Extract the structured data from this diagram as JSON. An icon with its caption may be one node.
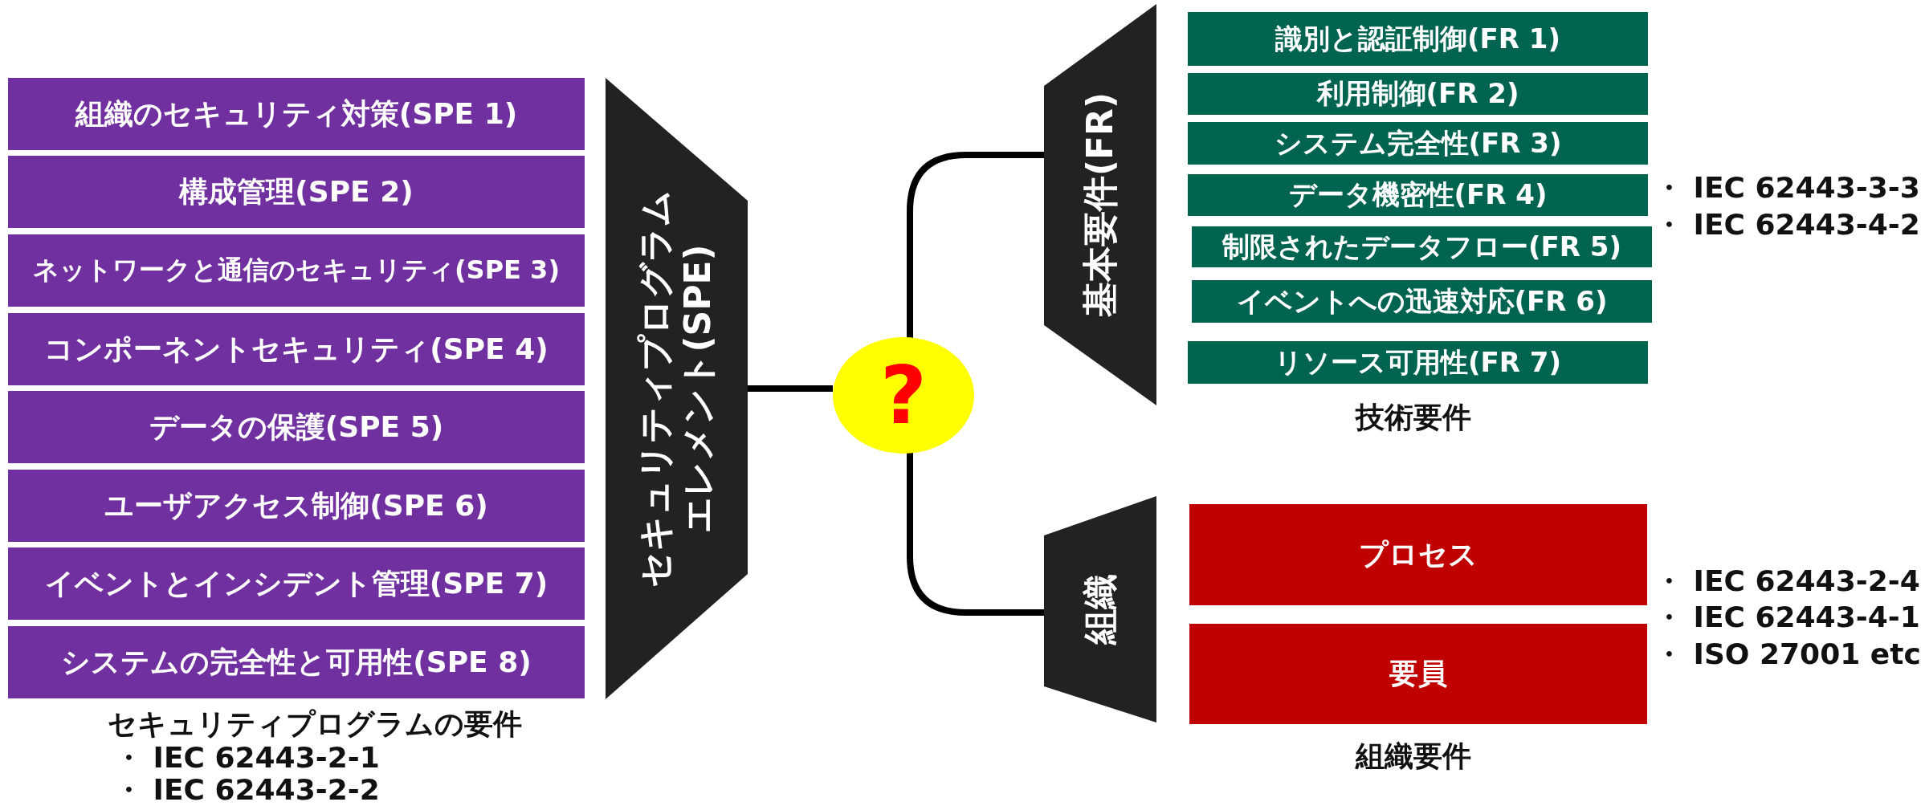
{
  "diagram": {
    "nodes": [
      {
        "text": [
          "組織のセキュリティ対策(SPE 1)"
        ]
      },
      {
        "text": [
          "構成管理(SPE 2)"
        ]
      },
      {
        "text": [
          "ネットワークと通信のセキュリティ(SPE 3)"
        ]
      },
      {
        "text": [
          "コンポーネントセキュリティ(SPE 4)"
        ]
      },
      {
        "text": [
          "データの保護(SPE 5)"
        ]
      },
      {
        "text": [
          "ユーザアクセス制御(SPE 6)"
        ]
      },
      {
        "text": [
          "イベントとインシデント管理(SPE 7)"
        ]
      },
      {
        "text": [
          "システムの完全性と可用性(SPE 8)"
        ]
      },
      {
        "text": [
          "セキュリティプログラムエレメント(SPE)"
        ]
      },
      {
        "text": [
          "?"
        ]
      },
      {
        "text": [
          "基本要件(FR)"
        ]
      },
      {
        "text": [
          "識別と認証制御(FR 1)"
        ]
      },
      {
        "text": [
          "利用制御(FR 2)"
        ]
      },
      {
        "text": [
          "システム完全性(FR 3)"
        ]
      },
      {
        "text": [
          "データ機密性(FR 4)"
        ]
      },
      {
        "text": [
          "制限されたデータフロー(FR 5)"
        ]
      },
      {
        "text": [
          "イベントへの迅速対応(FR 6)"
        ]
      },
      {
        "text": [
          "リソース可用性(FR 7)"
        ]
      },
      {
        "text": [
          "組織"
        ]
      },
      {
        "text": [
          "プロセス"
        ]
      },
      {
        "text": [
          "要員"
        ]
      }
    ],
    "edges": [
      {
        "from": 8,
        "to": 9,
        "arrow": "none"
      },
      {
        "from": 9,
        "to": 10,
        "arrow": "none"
      },
      {
        "from": 9,
        "to": 18,
        "arrow": "none"
      }
    ],
    "labels": [
      "技術要件",
      "・ IEC 62443-3-3",
      "・ IEC 62443-4-2",
      "・ IEC 62443-2-4",
      "・ IEC 62443-4-1",
      "・ ISO 27001 etc",
      "組織要件",
      "セキュリティプログラムの要件",
      "・ IEC 62443-2-1",
      "・ IEC 62443-2-2"
    ]
  }
}
